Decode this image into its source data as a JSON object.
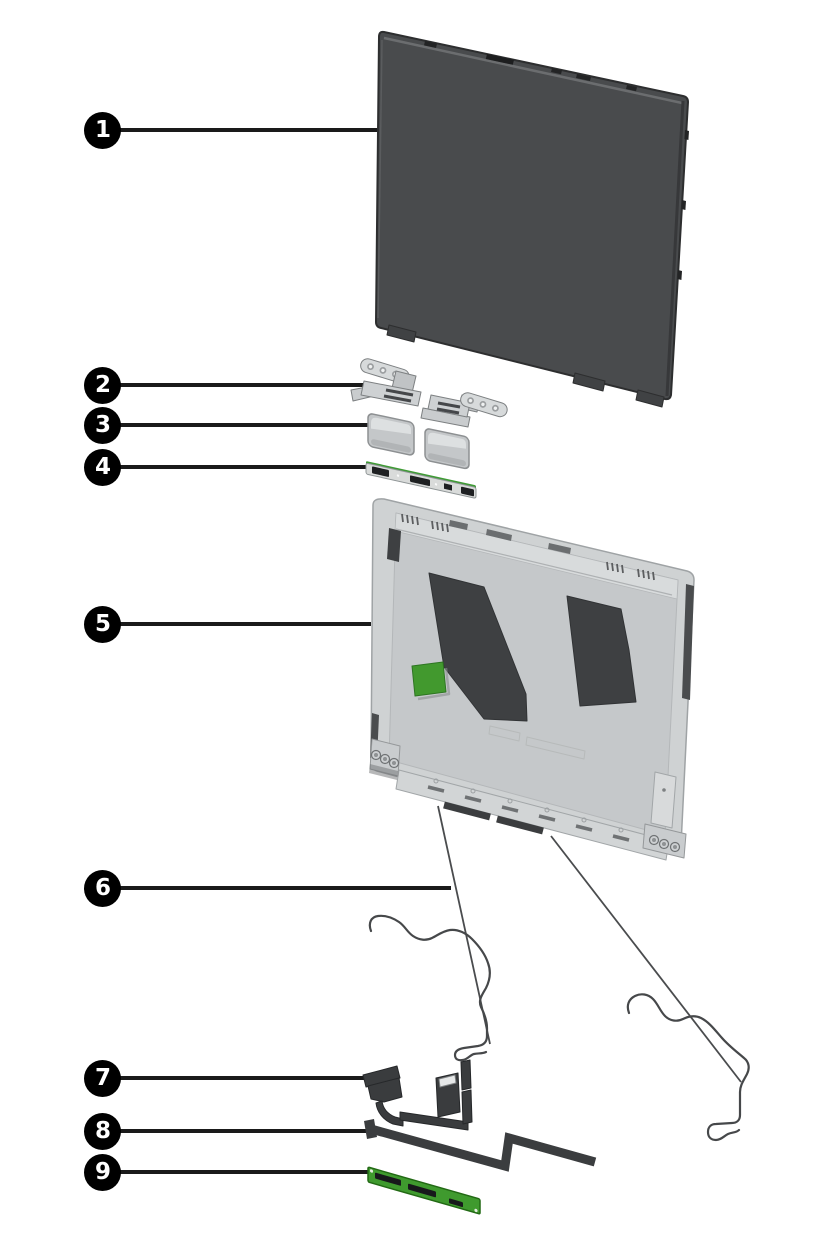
{
  "callouts": [
    {
      "number": "1"
    },
    {
      "number": "2"
    },
    {
      "number": "3"
    },
    {
      "number": "4"
    },
    {
      "number": "5"
    },
    {
      "number": "6"
    },
    {
      "number": "7"
    },
    {
      "number": "8"
    },
    {
      "number": "9"
    }
  ],
  "colors": {
    "background": "#ffffff",
    "callout_fill": "#000000",
    "callout_text": "#ffffff",
    "leader": "#1a1a1a",
    "panel_dark": "#494b4d",
    "cover_rim": "#cfd2d3",
    "cover_face": "#c5c8ca",
    "cover_band": "#d8dbdc",
    "patch_dark": "#3e4042",
    "sticker_green": "#42992e",
    "camera_green": "#3f9b35",
    "pcb_green": "#3f9a2e",
    "cable_dark": "#3a3c3e",
    "strip_dark": "#3b3d3f",
    "metal_silver": "#d2d5d6",
    "wire": "#46484a"
  }
}
